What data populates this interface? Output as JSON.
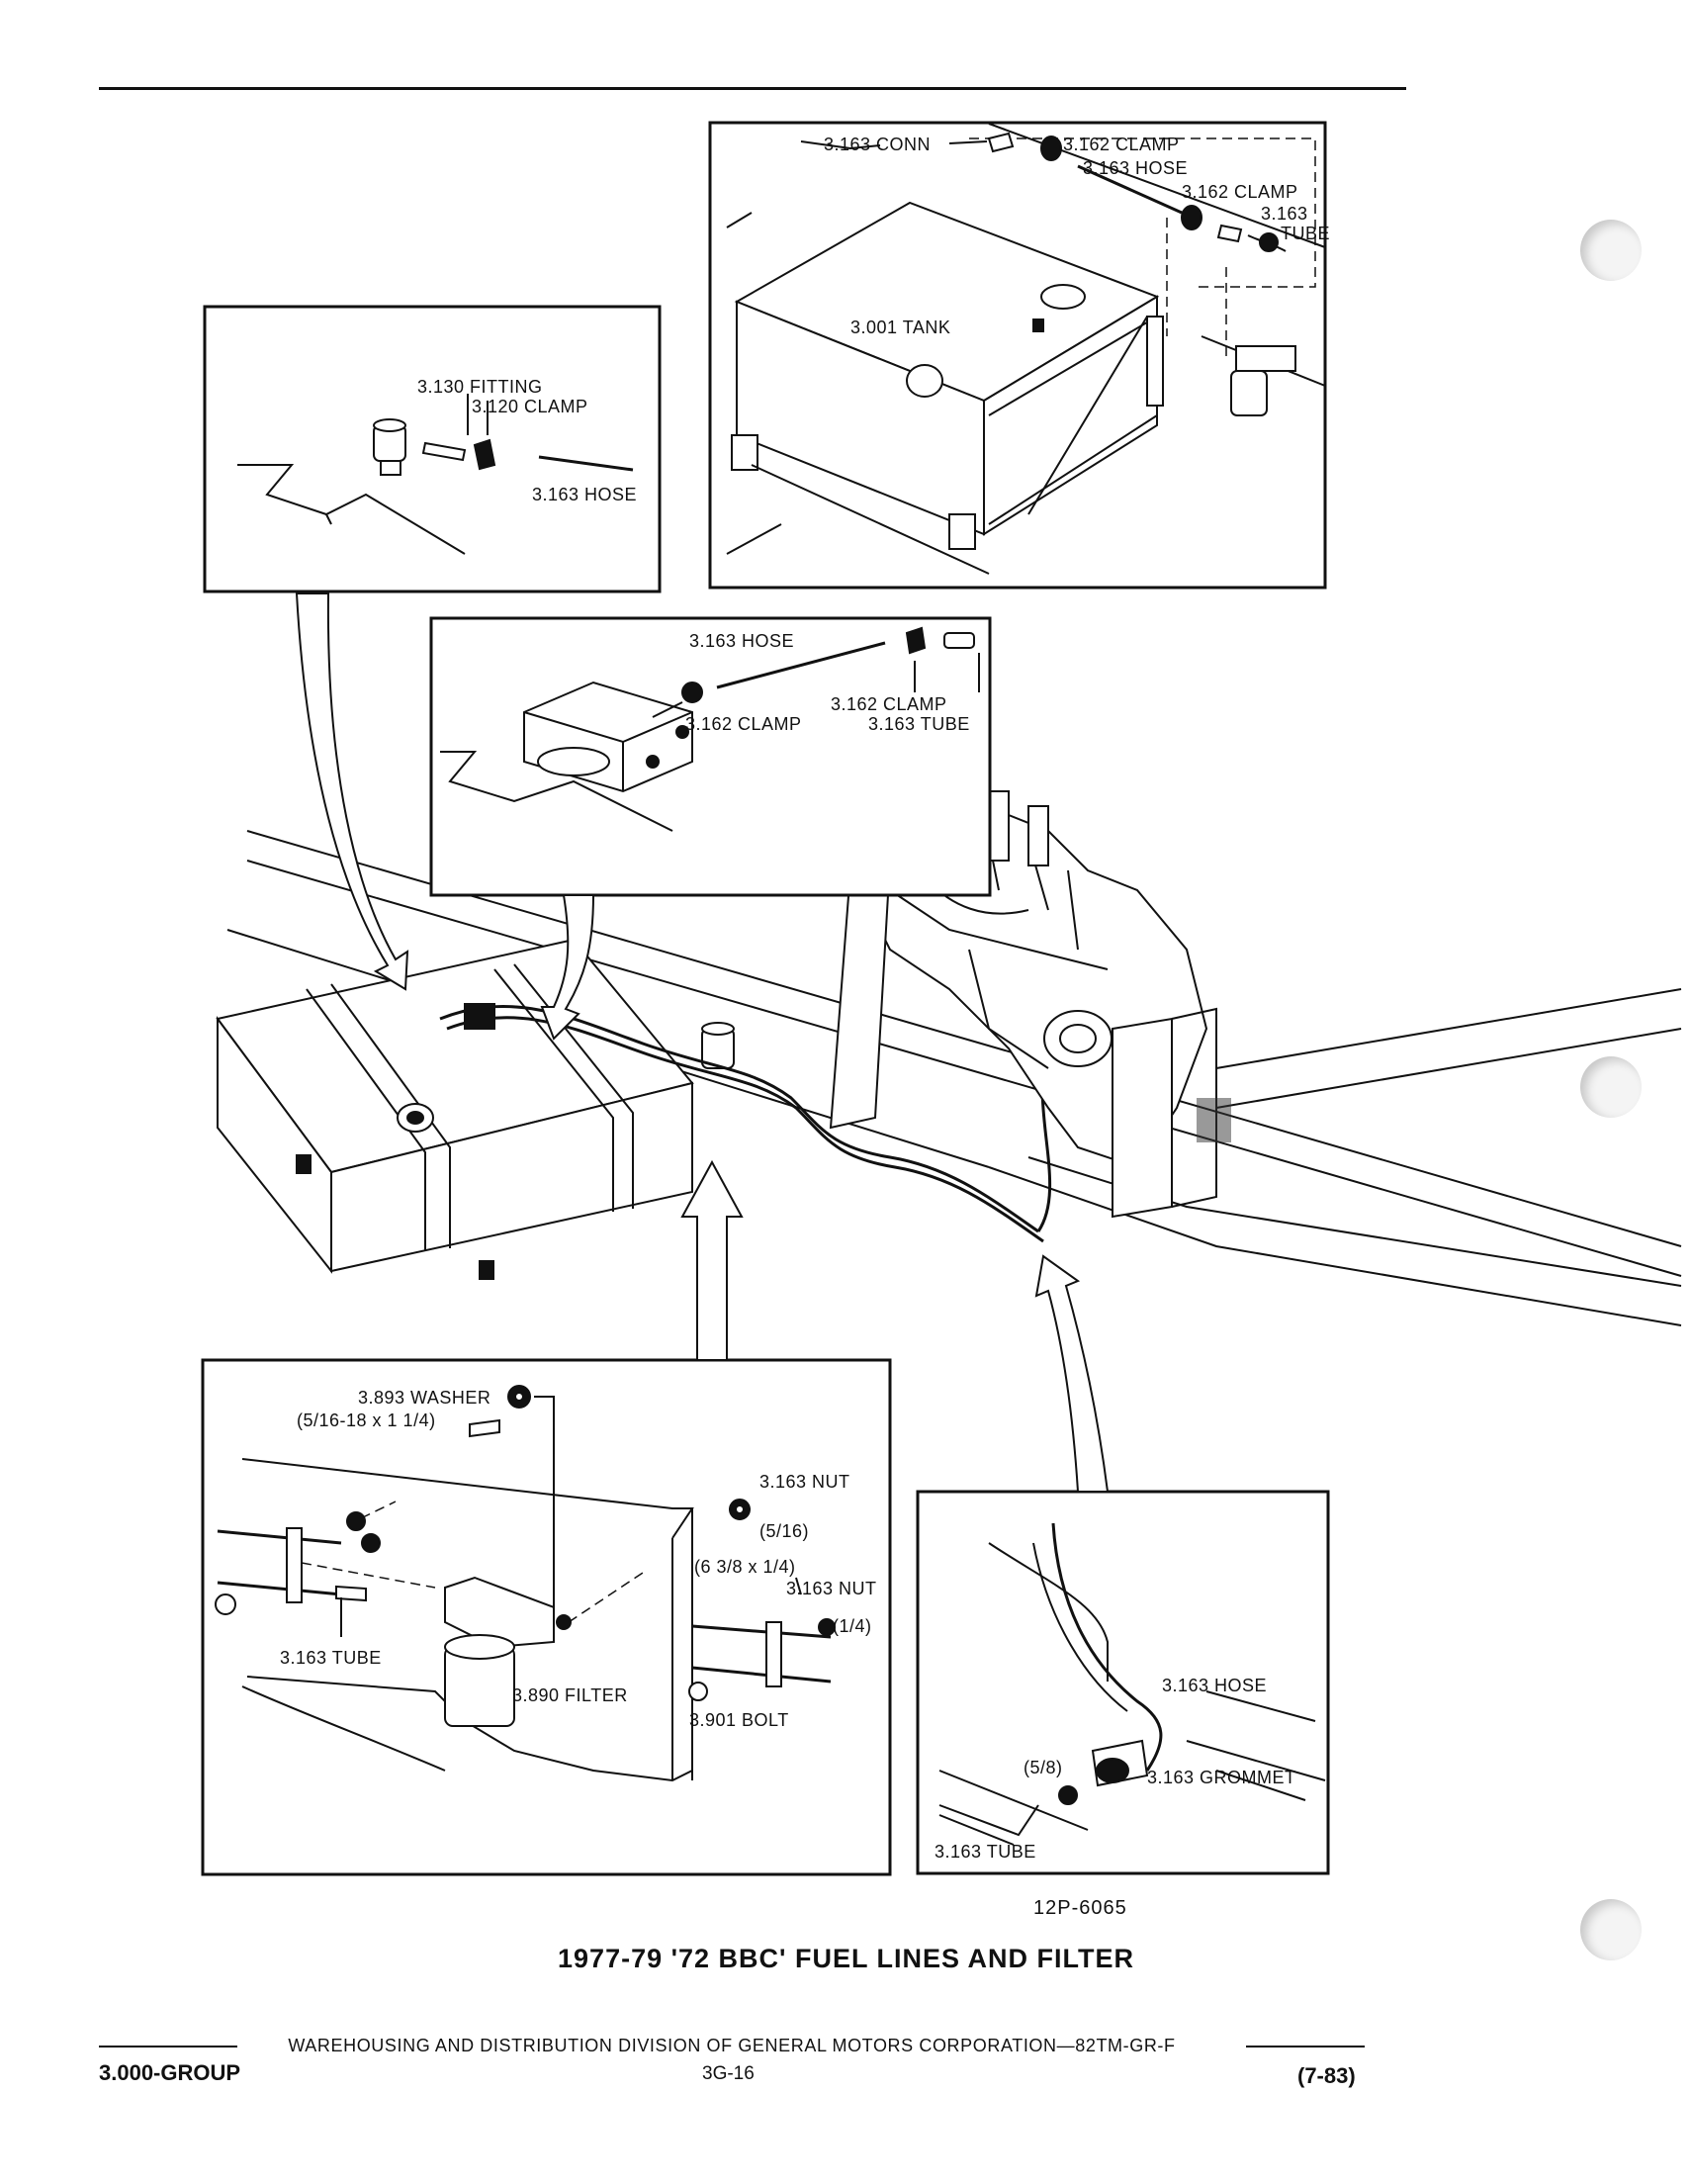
{
  "labels": {
    "conn": "3.163 CONN",
    "clamp_top1": "3.162 CLAMP",
    "hose_top": "3.163 HOSE",
    "clamp_top2": "3.162 CLAMP",
    "tube_top_num": "3.163",
    "tube_top_word": "TUBE",
    "tank": "3.001 TANK",
    "fitting": "3.130 FITTING",
    "clamp_left": "3.120 CLAMP",
    "hose_left": "3.163 HOSE",
    "hose_mid": "3.163 HOSE",
    "clamp_mid_left": "3.162 CLAMP",
    "clamp_mid_right": "3.162 CLAMP",
    "tube_mid": "3.163 TUBE",
    "washer": "3.893 WASHER",
    "washer_size": "(5/16-18 x 1 1/4)",
    "nut_a": "3.163 NUT",
    "nut_a_size": "(5/16)",
    "bolt_size": "(6 3/8 x 1/4)",
    "nut_b": "3.163 NUT",
    "nut_b_size": "(1/4)",
    "tube_bottom_left": "3.163 TUBE",
    "filter": "3.890 FILTER",
    "bolt": "3.901 BOLT",
    "hose_bottom_right": "3.163 HOSE",
    "grommet_size": "(5/8)",
    "grommet": "3.163 GROMMET",
    "tube_bottom_right": "3.163 TUBE"
  },
  "figure_id": "12P-6065",
  "title": "1977-79 '72 BBC' FUEL LINES AND FILTER",
  "footer": {
    "division": "WAREHOUSING AND DISTRIBUTION  DIVISION OF GENERAL MOTORS CORPORATION—82TM-GR-F",
    "group": "3.000-GROUP",
    "page": "3G-16",
    "revision": "(7-83)"
  }
}
